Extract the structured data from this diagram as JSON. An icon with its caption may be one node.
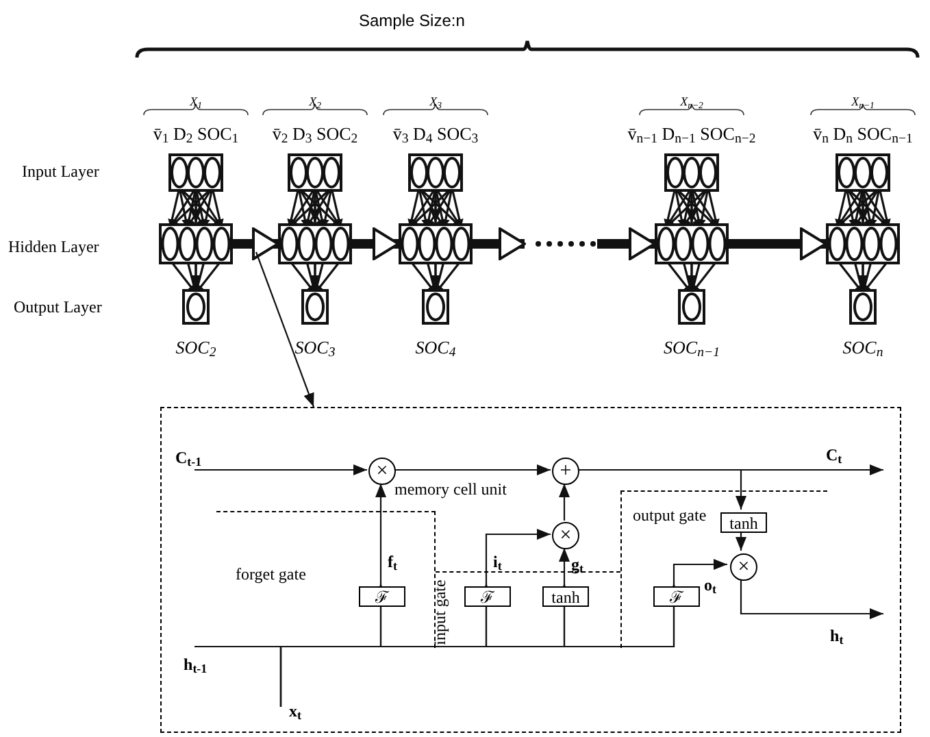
{
  "diagram": {
    "nodes": [
      {
        "text": [],
        "shape": "box",
        "beside": [
          "X$_{1}$",
          "v̄$_{1}$ D$_{2}$ SOC$_{1}$"
        ]
      },
      {
        "text": [],
        "shape": "box"
      },
      {
        "text": [],
        "shape": "box",
        "beside": [
          "SOC$_{2}$"
        ]
      },
      {
        "text": [],
        "shape": "box",
        "beside": [
          "X$_{2}$",
          "v̄$_{2}$ D$_{3}$ SOC$_{2}$"
        ]
      },
      {
        "text": [],
        "shape": "box"
      },
      {
        "text": [],
        "shape": "box",
        "beside": [
          "SOC$_{3}$"
        ]
      },
      {
        "text": [],
        "shape": "box",
        "beside": [
          "X$_{3}$",
          "v̄$_{3}$ D$_{4}$ SOC$_{3}$"
        ]
      },
      {
        "text": [],
        "shape": "box"
      },
      {
        "text": [],
        "shape": "box",
        "beside": [
          "SOC$_{4}$"
        ]
      },
      {
        "text": [],
        "shape": "box",
        "beside": [
          "X$_{n−2}$",
          "v̄$_{n−1}$ D$_{n−1}$ SOC$_{n−2}$"
        ]
      },
      {
        "text": [],
        "shape": "box"
      },
      {
        "text": [],
        "shape": "box",
        "beside": [
          "SOC$_{n−1}$"
        ]
      },
      {
        "text": [],
        "shape": "box",
        "beside": [
          "X$_{n−1}$",
          "v̄$_{n}$ D$_{n}$ SOC$_{n−1}$"
        ]
      },
      {
        "text": [],
        "shape": "box"
      },
      {
        "text": [],
        "shape": "box",
        "beside": [
          "SOC$_{n}$"
        ]
      },
      {
        "text": [],
        "shape": "box"
      },
      {
        "text": [
          "forget gate"
        ],
        "in": 15
      },
      {
        "text": [
          "input gate"
        ],
        "in": 15
      },
      {
        "text": [
          "output gate"
        ],
        "in": 15
      },
      {
        "text": [
          "×"
        ],
        "in": 15
      },
      {
        "text": [
          "+"
        ],
        "in": 15
      },
      {
        "text": [
          "ℱ"
        ],
        "in": 16
      },
      {
        "text": [
          "ℱ"
        ],
        "in": 17
      },
      {
        "text": [
          "×"
        ],
        "in": 15
      },
      {
        "text": [
          "tanh"
        ],
        "in": 17
      },
      {
        "text": [
          "ℱ"
        ],
        "in": 18
      },
      {
        "text": [
          "tanh"
        ],
        "in": 18
      },
      {
        "text": [
          "×"
        ],
        "in": 18
      },
      {
        "text": [
          "h$_{t-1}$"
        ],
        "in": 15
      },
      {
        "text": [
          "x$_{t}$"
        ],
        "in": 15
      }
    ],
    "edges": [
      {
        "from": 0,
        "to": 1,
        "arrow": "to"
      },
      {
        "from": 1,
        "to": 2,
        "arrow": "to"
      },
      {
        "from": 3,
        "to": 4,
        "arrow": "to"
      },
      {
        "from": 4,
        "to": 5,
        "arrow": "to"
      },
      {
        "from": 6,
        "to": 7,
        "arrow": "to"
      },
      {
        "from": 7,
        "to": 8,
        "arrow": "to"
      },
      {
        "from": 9,
        "to": 10,
        "arrow": "to"
      },
      {
        "from": 10,
        "to": 11,
        "arrow": "to"
      },
      {
        "from": 12,
        "to": 13,
        "arrow": "to"
      },
      {
        "from": 13,
        "to": 14,
        "arrow": "to"
      },
      {
        "from": 1,
        "to": 4,
        "arrow": "to",
        "style": "thick"
      },
      {
        "from": 4,
        "to": 7,
        "arrow": "to",
        "style": "thick"
      },
      {
        "from": 7,
        "to": null,
        "arrow": "to",
        "style": "thick"
      },
      {
        "from": null,
        "to": 10,
        "arrow": "to",
        "style": "thick"
      },
      {
        "from": 10,
        "to": 13,
        "arrow": "to",
        "style": "thick"
      },
      {
        "from": null,
        "to": 15,
        "arrow": "to"
      },
      {
        "from": null,
        "to": 19,
        "arrow": "to",
        "label": "C$_{t-1}$"
      },
      {
        "from": 19,
        "to": 20,
        "arrow": "to"
      },
      {
        "from": 20,
        "to": null,
        "arrow": "to",
        "label": "C$_{t}$"
      },
      {
        "from": 20,
        "to": 26,
        "arrow": "to"
      },
      {
        "from": 26,
        "to": 27,
        "arrow": "to"
      },
      {
        "from": 27,
        "to": null,
        "arrow": "to",
        "label": "h$_{t}$"
      },
      {
        "from": 21,
        "to": 19,
        "arrow": "to",
        "label": "f$_{t}$"
      },
      {
        "from": 22,
        "to": 23,
        "arrow": "to",
        "label": "i$_{t}$"
      },
      {
        "from": 24,
        "to": 23,
        "arrow": "to",
        "label": "g$_{t}$"
      },
      {
        "from": 23,
        "to": 20,
        "arrow": "to"
      },
      {
        "from": 25,
        "to": 27,
        "arrow": "to",
        "label": "o$_{t}$"
      },
      {
        "from": 28,
        "to": 21,
        "arrow": "to"
      },
      {
        "from": 28,
        "to": 22,
        "arrow": "to"
      },
      {
        "from": 28,
        "to": 24,
        "arrow": "to"
      },
      {
        "from": 28,
        "to": 25,
        "arrow": "to"
      },
      {
        "from": 29,
        "to": 21,
        "arrow": "to"
      },
      {
        "from": 29,
        "to": 22,
        "arrow": "to"
      },
      {
        "from": 29,
        "to": 24,
        "arrow": "to"
      },
      {
        "from": 29,
        "to": 25,
        "arrow": "to"
      }
    ],
    "labels": [
      "Sample Size:n",
      "Input Layer",
      "Hidden Layer",
      "Output Layer",
      "memory cell unit"
    ]
  }
}
